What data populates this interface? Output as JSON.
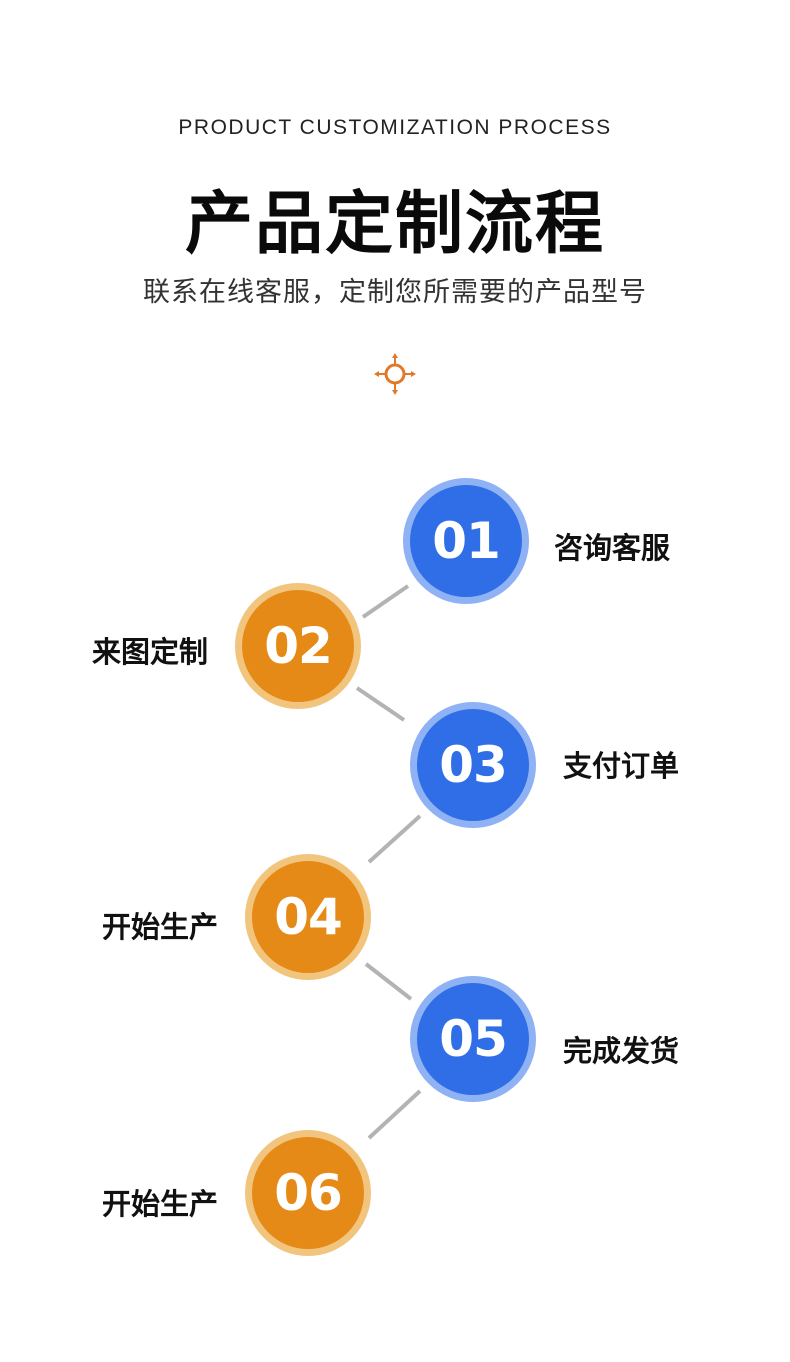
{
  "header": {
    "en_title": "PRODUCT CUSTOMIZATION PROCESS",
    "cn_title": "产品定制流程",
    "subtitle": "联系在线客服，定制您所需要的产品型号"
  },
  "icon": "crosshair-arrows-icon",
  "colors": {
    "blue": "#2f6ee6",
    "orange": "#e58a16",
    "connector": "#b3b3b3"
  },
  "steps": [
    {
      "number": "01",
      "label": "咨询客服",
      "color": "blue"
    },
    {
      "number": "02",
      "label": "来图定制",
      "color": "orange"
    },
    {
      "number": "03",
      "label": "支付订单",
      "color": "blue"
    },
    {
      "number": "04",
      "label": "开始生产",
      "color": "orange"
    },
    {
      "number": "05",
      "label": "完成发货",
      "color": "blue"
    },
    {
      "number": "06",
      "label": "开始生产",
      "color": "orange"
    }
  ]
}
